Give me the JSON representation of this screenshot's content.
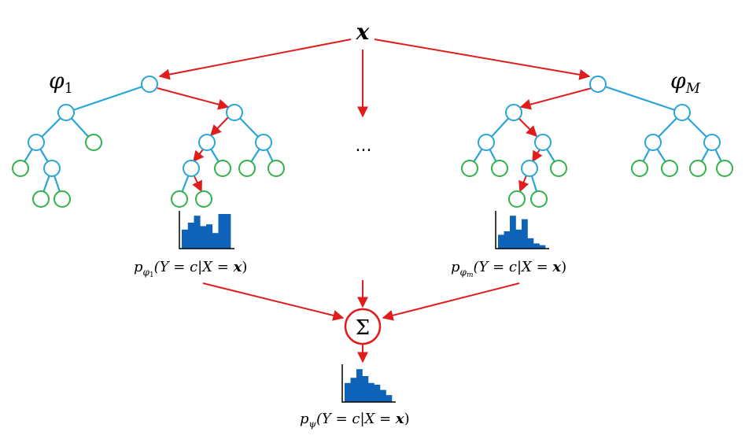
{
  "input": {
    "label": "x"
  },
  "trees": [
    {
      "label_main": "φ",
      "label_sub": "1"
    },
    {
      "label_main": "φ",
      "label_sub": "M"
    }
  ],
  "ellipsis": "...",
  "tree_outputs": [
    {
      "p": "p",
      "sub_main": "φ",
      "sub_sub": "1",
      "expr": "(Y = c|X = ",
      "bold": "x",
      "close": ")"
    },
    {
      "p": "p",
      "sub_main": "φ",
      "sub_sub": "m",
      "expr": "(Y = c|X = ",
      "bold": "x",
      "close": ")"
    }
  ],
  "aggregator": {
    "symbol": "Σ"
  },
  "final_output": {
    "p": "p",
    "sub": "ψ",
    "expr": "(Y = c|X = ",
    "bold": "x",
    "close": ")"
  },
  "histograms": {
    "tree_1": [
      0.55,
      0.75,
      0.95,
      0.65,
      0.7,
      0.45,
      1.0,
      1.0
    ],
    "tree_m": [
      0.4,
      0.5,
      0.95,
      0.55,
      0.85,
      0.3,
      0.15,
      0.1
    ],
    "ensemble": [
      0.55,
      0.7,
      0.95,
      0.75,
      0.55,
      0.5,
      0.35,
      0.2
    ]
  },
  "colors": {
    "internal_node": "#2aa5d8",
    "leaf_node": "#35b14a",
    "arrow": "#e01d1d",
    "bar": "#0e63b8"
  }
}
